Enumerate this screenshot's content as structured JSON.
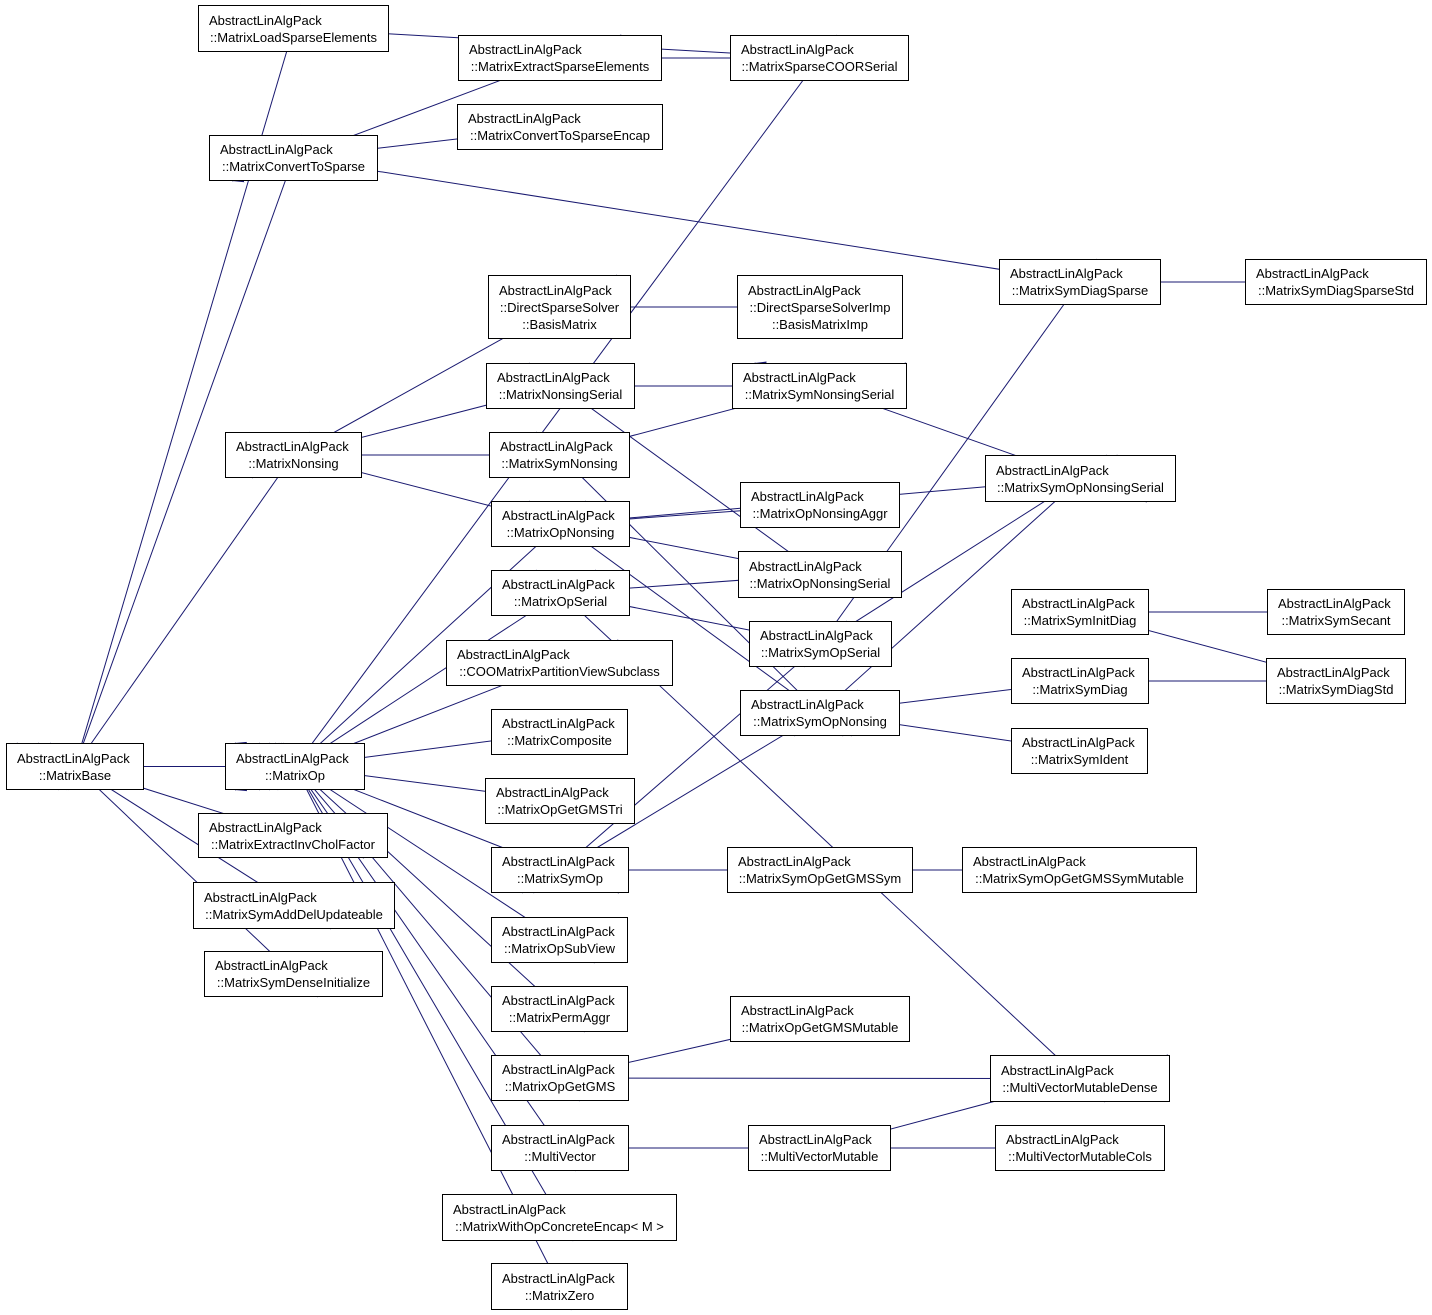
{
  "diagram": {
    "edge_color": "#191970",
    "nodes": [
      {
        "id": "base",
        "lines": [
          "AbstractLinAlgPack",
          "::MatrixBase"
        ]
      },
      {
        "id": "loadsparse",
        "lines": [
          "AbstractLinAlgPack",
          "::MatrixLoadSparseElements"
        ]
      },
      {
        "id": "convsparse",
        "lines": [
          "AbstractLinAlgPack",
          "::MatrixConvertToSparse"
        ]
      },
      {
        "id": "nonsing",
        "lines": [
          "AbstractLinAlgPack",
          "::MatrixNonsing"
        ]
      },
      {
        "id": "op",
        "lines": [
          "AbstractLinAlgPack",
          "::MatrixOp"
        ]
      },
      {
        "id": "extinvchol",
        "lines": [
          "AbstractLinAlgPack",
          "::MatrixExtractInvCholFactor"
        ]
      },
      {
        "id": "symadddel",
        "lines": [
          "AbstractLinAlgPack",
          "::MatrixSymAddDelUpdateable"
        ]
      },
      {
        "id": "symdenseinit",
        "lines": [
          "AbstractLinAlgPack",
          "::MatrixSymDenseInitialize"
        ]
      },
      {
        "id": "extractsparse",
        "lines": [
          "AbstractLinAlgPack",
          "::MatrixExtractSparseElements"
        ]
      },
      {
        "id": "convencap",
        "lines": [
          "AbstractLinAlgPack",
          "::MatrixConvertToSparseEncap"
        ]
      },
      {
        "id": "directbasis",
        "lines": [
          "AbstractLinAlgPack",
          "::DirectSparseSolver",
          "::BasisMatrix"
        ]
      },
      {
        "id": "nonsingserial",
        "lines": [
          "AbstractLinAlgPack",
          "::MatrixNonsingSerial"
        ]
      },
      {
        "id": "symnonsing",
        "lines": [
          "AbstractLinAlgPack",
          "::MatrixSymNonsing"
        ]
      },
      {
        "id": "opnonsing",
        "lines": [
          "AbstractLinAlgPack",
          "::MatrixOpNonsing"
        ]
      },
      {
        "id": "opserial",
        "lines": [
          "AbstractLinAlgPack",
          "::MatrixOpSerial"
        ]
      },
      {
        "id": "coopart",
        "lines": [
          "AbstractLinAlgPack",
          "::COOMatrixPartitionViewSubclass"
        ]
      },
      {
        "id": "composite",
        "lines": [
          "AbstractLinAlgPack",
          "::MatrixComposite"
        ]
      },
      {
        "id": "getgmstri",
        "lines": [
          "AbstractLinAlgPack",
          "::MatrixOpGetGMSTri"
        ]
      },
      {
        "id": "symop",
        "lines": [
          "AbstractLinAlgPack",
          "::MatrixSymOp"
        ]
      },
      {
        "id": "opsubview",
        "lines": [
          "AbstractLinAlgPack",
          "::MatrixOpSubView"
        ]
      },
      {
        "id": "permaggr",
        "lines": [
          "AbstractLinAlgPack",
          "::MatrixPermAggr"
        ]
      },
      {
        "id": "opgetgms",
        "lines": [
          "AbstractLinAlgPack",
          "::MatrixOpGetGMS"
        ]
      },
      {
        "id": "multivector",
        "lines": [
          "AbstractLinAlgPack",
          "::MultiVector"
        ]
      },
      {
        "id": "withopencap",
        "lines": [
          "AbstractLinAlgPack",
          "::MatrixWithOpConcreteEncap< M >"
        ]
      },
      {
        "id": "zero",
        "lines": [
          "AbstractLinAlgPack",
          "::MatrixZero"
        ]
      },
      {
        "id": "sparsecoor",
        "lines": [
          "AbstractLinAlgPack",
          "::MatrixSparseCOORSerial"
        ]
      },
      {
        "id": "directimp",
        "lines": [
          "AbstractLinAlgPack",
          "::DirectSparseSolverImp",
          "::BasisMatrixImp"
        ]
      },
      {
        "id": "symnonsingserial",
        "lines": [
          "AbstractLinAlgPack",
          "::MatrixSymNonsingSerial"
        ]
      },
      {
        "id": "opnonsingaggr",
        "lines": [
          "AbstractLinAlgPack",
          "::MatrixOpNonsingAggr"
        ]
      },
      {
        "id": "opnonsingserial",
        "lines": [
          "AbstractLinAlgPack",
          "::MatrixOpNonsingSerial"
        ]
      },
      {
        "id": "symopserial",
        "lines": [
          "AbstractLinAlgPack",
          "::MatrixSymOpSerial"
        ]
      },
      {
        "id": "symopnonsing",
        "lines": [
          "AbstractLinAlgPack",
          "::MatrixSymOpNonsing"
        ]
      },
      {
        "id": "symopgetgmssym",
        "lines": [
          "AbstractLinAlgPack",
          "::MatrixSymOpGetGMSSym"
        ]
      },
      {
        "id": "opgetgmsmutable",
        "lines": [
          "AbstractLinAlgPack",
          "::MatrixOpGetGMSMutable"
        ]
      },
      {
        "id": "mvmutable",
        "lines": [
          "AbstractLinAlgPack",
          "::MultiVectorMutable"
        ]
      },
      {
        "id": "symdiagsparse",
        "lines": [
          "AbstractLinAlgPack",
          "::MatrixSymDiagSparse"
        ]
      },
      {
        "id": "symopnonsingserial",
        "lines": [
          "AbstractLinAlgPack",
          "::MatrixSymOpNonsingSerial"
        ]
      },
      {
        "id": "syminitdiag",
        "lines": [
          "AbstractLinAlgPack",
          "::MatrixSymInitDiag"
        ]
      },
      {
        "id": "symdiag",
        "lines": [
          "AbstractLinAlgPack",
          "::MatrixSymDiag"
        ]
      },
      {
        "id": "symident",
        "lines": [
          "AbstractLinAlgPack",
          "::MatrixSymIdent"
        ]
      },
      {
        "id": "symopgetgmssymmut",
        "lines": [
          "AbstractLinAlgPack",
          "::MatrixSymOpGetGMSSymMutable"
        ]
      },
      {
        "id": "mvmutabledense",
        "lines": [
          "AbstractLinAlgPack",
          "::MultiVectorMutableDense"
        ]
      },
      {
        "id": "mvmutablecols",
        "lines": [
          "AbstractLinAlgPack",
          "::MultiVectorMutableCols"
        ]
      },
      {
        "id": "symdiagsparsestd",
        "lines": [
          "AbstractLinAlgPack",
          "::MatrixSymDiagSparseStd"
        ]
      },
      {
        "id": "symsecant",
        "lines": [
          "AbstractLinAlgPack",
          "::MatrixSymSecant"
        ]
      },
      {
        "id": "symdiagstd",
        "lines": [
          "AbstractLinAlgPack",
          "::MatrixSymDiagStd"
        ]
      }
    ],
    "edges": [
      [
        "loadsparse",
        "base"
      ],
      [
        "convsparse",
        "base"
      ],
      [
        "nonsing",
        "base"
      ],
      [
        "op",
        "base"
      ],
      [
        "extinvchol",
        "base"
      ],
      [
        "symadddel",
        "base"
      ],
      [
        "symdenseinit",
        "base"
      ],
      [
        "extractsparse",
        "convsparse"
      ],
      [
        "convencap",
        "convsparse"
      ],
      [
        "symdiagsparse",
        "convsparse"
      ],
      [
        "sparsecoor",
        "loadsparse"
      ],
      [
        "sparsecoor",
        "extractsparse"
      ],
      [
        "sparsecoor",
        "op"
      ],
      [
        "directbasis",
        "nonsing"
      ],
      [
        "nonsingserial",
        "nonsing"
      ],
      [
        "symnonsing",
        "nonsing"
      ],
      [
        "opnonsing",
        "nonsing"
      ],
      [
        "opnonsing",
        "op"
      ],
      [
        "opserial",
        "op"
      ],
      [
        "coopart",
        "op"
      ],
      [
        "composite",
        "op"
      ],
      [
        "getgmstri",
        "op"
      ],
      [
        "symop",
        "op"
      ],
      [
        "opsubview",
        "op"
      ],
      [
        "permaggr",
        "op"
      ],
      [
        "opgetgms",
        "op"
      ],
      [
        "multivector",
        "op"
      ],
      [
        "withopencap",
        "op"
      ],
      [
        "zero",
        "op"
      ],
      [
        "directimp",
        "directbasis"
      ],
      [
        "symnonsingserial",
        "nonsingserial"
      ],
      [
        "symnonsingserial",
        "symnonsing"
      ],
      [
        "opnonsingserial",
        "nonsingserial"
      ],
      [
        "symopnonsing",
        "symnonsing"
      ],
      [
        "symopnonsingserial",
        "opnonsing"
      ],
      [
        "opnonsingaggr",
        "opnonsing"
      ],
      [
        "opnonsingserial",
        "opnonsing"
      ],
      [
        "symopnonsing",
        "opnonsing"
      ],
      [
        "opnonsingserial",
        "opserial"
      ],
      [
        "symopserial",
        "opserial"
      ],
      [
        "mvmutabledense",
        "opserial"
      ],
      [
        "symopserial",
        "symop"
      ],
      [
        "symopnonsing",
        "symop"
      ],
      [
        "symopgetgmssym",
        "symop"
      ],
      [
        "symopnonsingserial",
        "symnonsingserial"
      ],
      [
        "symopnonsingserial",
        "symopserial"
      ],
      [
        "symopnonsingserial",
        "symopnonsing"
      ],
      [
        "symdiagsparse",
        "symopserial"
      ],
      [
        "symdiag",
        "symopnonsing"
      ],
      [
        "symident",
        "symopnonsing"
      ],
      [
        "symopgetgmssymmut",
        "symopgetgmssym"
      ],
      [
        "opgetgmsmutable",
        "opgetgms"
      ],
      [
        "mvmutabledense",
        "opgetgms"
      ],
      [
        "mvmutable",
        "multivector"
      ],
      [
        "mvmutabledense",
        "mvmutable"
      ],
      [
        "mvmutablecols",
        "mvmutable"
      ],
      [
        "symdiagsparsestd",
        "symdiagsparse"
      ],
      [
        "symsecant",
        "syminitdiag"
      ],
      [
        "symdiagstd",
        "syminitdiag"
      ],
      [
        "symdiagstd",
        "symdiag"
      ]
    ]
  }
}
